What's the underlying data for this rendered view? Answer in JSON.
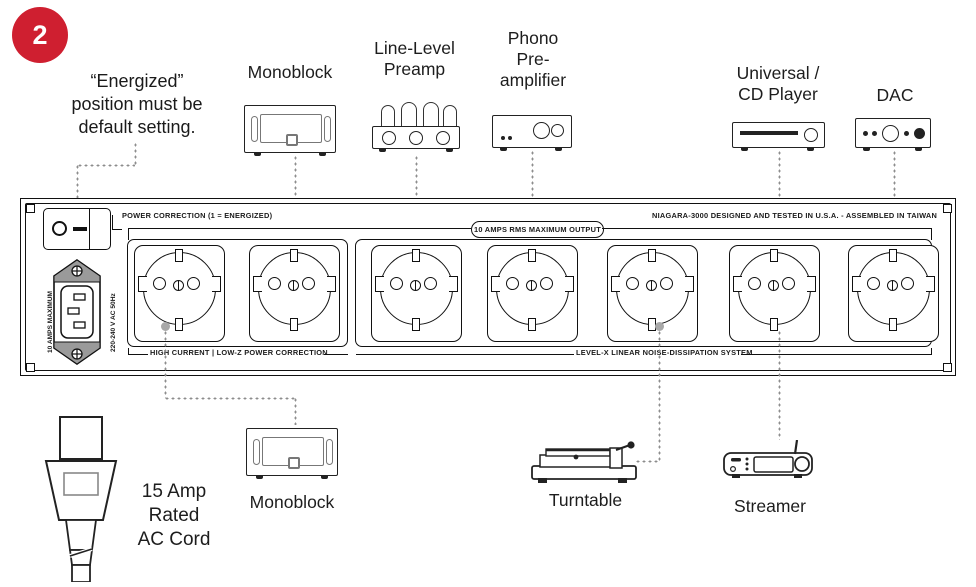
{
  "step": {
    "number": "2"
  },
  "callout": {
    "line1": "“Energized”",
    "line2": "position must be",
    "line3": "default setting."
  },
  "top_devices": [
    {
      "label_line1": "Monoblock",
      "label_line2": "",
      "icon": "monoblock-amplifier-icon"
    },
    {
      "label_line1": "Line-Level",
      "label_line2": "Preamp",
      "icon": "tube-preamp-icon"
    },
    {
      "label_line1": "Phono",
      "label_line2": "Pre-",
      "label_line3": "amplifier",
      "icon": "phono-preamp-icon"
    },
    {
      "label_line1": "Universal /",
      "label_line2": "CD Player",
      "icon": "cd-player-icon"
    },
    {
      "label_line1": "DAC",
      "label_line2": "",
      "icon": "dac-icon"
    }
  ],
  "bottom_devices": [
    {
      "label": "15 Amp\nRated\nAC Cord",
      "line1": "15 Amp",
      "line2": "Rated",
      "line3": "AC Cord",
      "icon": "ac-power-cord-icon"
    },
    {
      "label": "Monoblock",
      "icon": "monoblock-amplifier-icon"
    },
    {
      "label": "Turntable",
      "icon": "turntable-icon"
    },
    {
      "label": "Streamer",
      "icon": "streamer-icon"
    }
  ],
  "panel": {
    "model_text": "NIAGARA-3000  DESIGNED AND TESTED IN U.S.A.  -  ASSEMBLED IN TAIWAN",
    "power_correction_label": "POWER CORRECTION (1 = ENERGIZED)",
    "max_output_badge": "10 AMPS RMS MAXIMUM OUTPUT",
    "left_group_label": "HIGH CURRENT | LOW-Z POWER CORRECTION",
    "right_group_label": "LEVEL-X LINEAR NOISE-DISSIPATION SYSTEM",
    "inlet_rating_left": "10 AMPS MAXIMUM",
    "inlet_rating_right": "220-240 V AC 50Hz",
    "switch_off_symbol": "O",
    "switch_on_symbol": "—",
    "outlet_count": 7
  },
  "colors": {
    "badge_red": "#cf1f30",
    "line_dark": "#111111",
    "leader_gray": "#8d8d8d",
    "connector_dot": "#a8a8a8",
    "background": "#ffffff"
  }
}
